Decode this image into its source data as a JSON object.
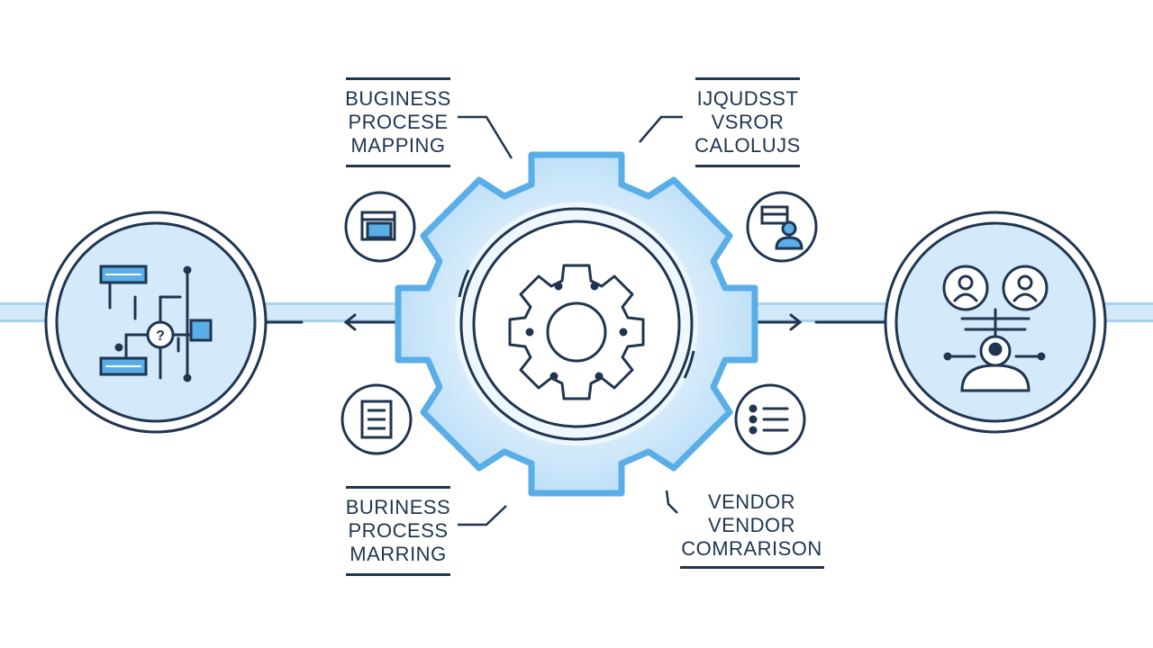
{
  "colors": {
    "accent": "#5aaee8",
    "accent_light": "#cfe5f7",
    "circle_fill": "#d8ecfa",
    "dark": "#1f3550",
    "bg": "#ffffff"
  },
  "labels": {
    "top_left": [
      "BUGINESS",
      "PROCESE",
      "MAPPING"
    ],
    "top_right": [
      "IJQUDSST",
      "VSROR",
      "CALOLUJS"
    ],
    "bottom_left": [
      "BURINESS",
      "PROCESS",
      "MARRING"
    ],
    "bottom_right": [
      "VENDOR",
      "VENDOR",
      "COMRARISON"
    ]
  },
  "icons": {
    "left_hub": "process-flowchart-icon",
    "center_hub": "gear-icon",
    "right_hub": "people-network-icon",
    "top_left_badge": "folder-icon",
    "top_right_badge": "user-card-icon",
    "bottom_left_badge": "document-checklist-icon",
    "bottom_right_badge": "list-icon"
  }
}
